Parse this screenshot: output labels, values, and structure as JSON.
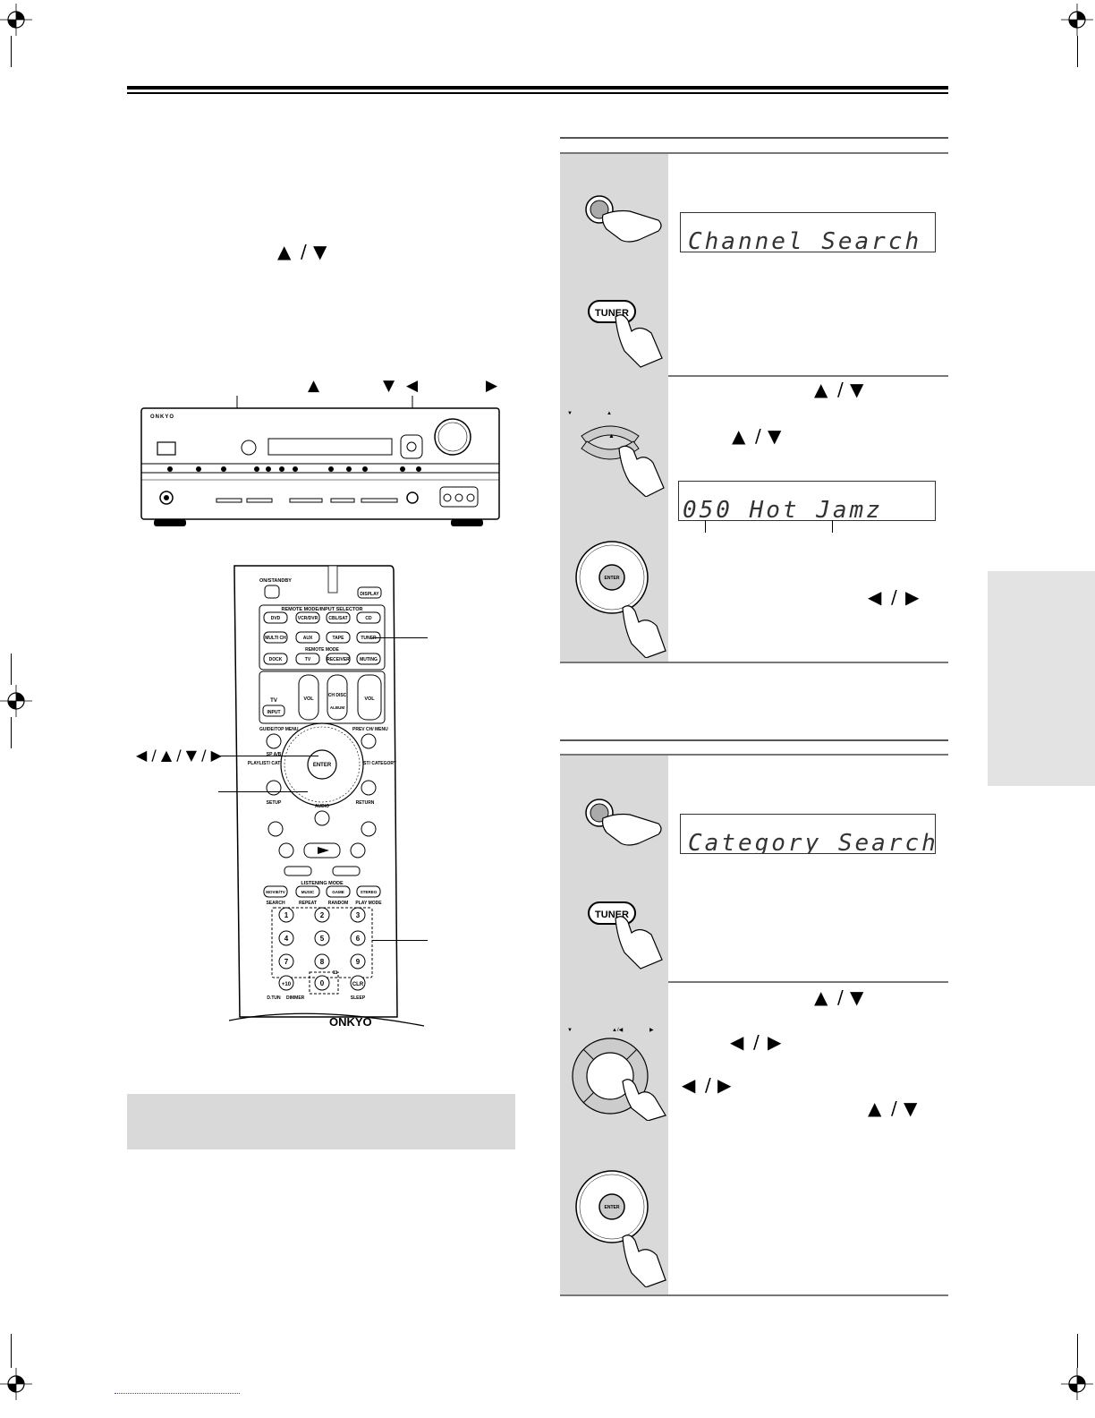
{
  "arrows": {
    "up": "▲",
    "down": "▼",
    "left": "◀",
    "right": "▶",
    "separator": "/"
  },
  "remote_callout_arrows": "◀ / ▲ / ▼ / ▶",
  "receiver": {
    "brand": "ONKYO"
  },
  "remote": {
    "brand": "ONKYO",
    "on_standby": "ON/STANDBY",
    "display": "DISPLAY",
    "remote_mode_input_selector": "REMOTE MODE/INPUT SELECTOR",
    "remote_mode": "REMOTE MODE",
    "row1": [
      "DVD",
      "VCR/DVR",
      "CBL/SAT",
      "CD"
    ],
    "row2": [
      "MULTI CH",
      "AUX",
      "TAPE",
      "TUNER"
    ],
    "row3": [
      "DOCK",
      "TV",
      "RECEIVER",
      "MUTING"
    ],
    "tv": "TV",
    "input": "INPUT",
    "vol": "VOL",
    "ch_disc": "CH DISC",
    "album": "ALBUM",
    "guide_top_menu": "GUIDE/TOP MENU",
    "prev_ch_menu": "PREV CH/ MENU",
    "sp_ab": "SP A/B",
    "playlist_category": "PLAYLIST/ CATEGORY",
    "enter": "ENTER",
    "setup": "SETUP",
    "return": "RETURN",
    "audio": "AUDIO",
    "listening_mode": "LISTENING MODE",
    "modes": [
      "MOVIE/TV",
      "MUSIC",
      "GAME",
      "STEREO"
    ],
    "mode_subs": [
      "SEARCH",
      "REPEAT",
      "RANDOM",
      "PLAY MODE"
    ],
    "digits": [
      "1",
      "2",
      "3",
      "4",
      "5",
      "6",
      "7",
      "8",
      "9",
      "+10",
      "0",
      "CLR"
    ],
    "d_tun": "D.TUN",
    "dimmer": "DIMMER",
    "sleep": "SLEEP",
    "eleven": "11"
  },
  "steps": {
    "tuner_label": "TUNER",
    "enter_label": "ENTER",
    "lcd_channel_search": "Channel Search",
    "lcd_hot_jamz": "050 Hot Jamz",
    "lcd_category_search": "Category Search"
  }
}
